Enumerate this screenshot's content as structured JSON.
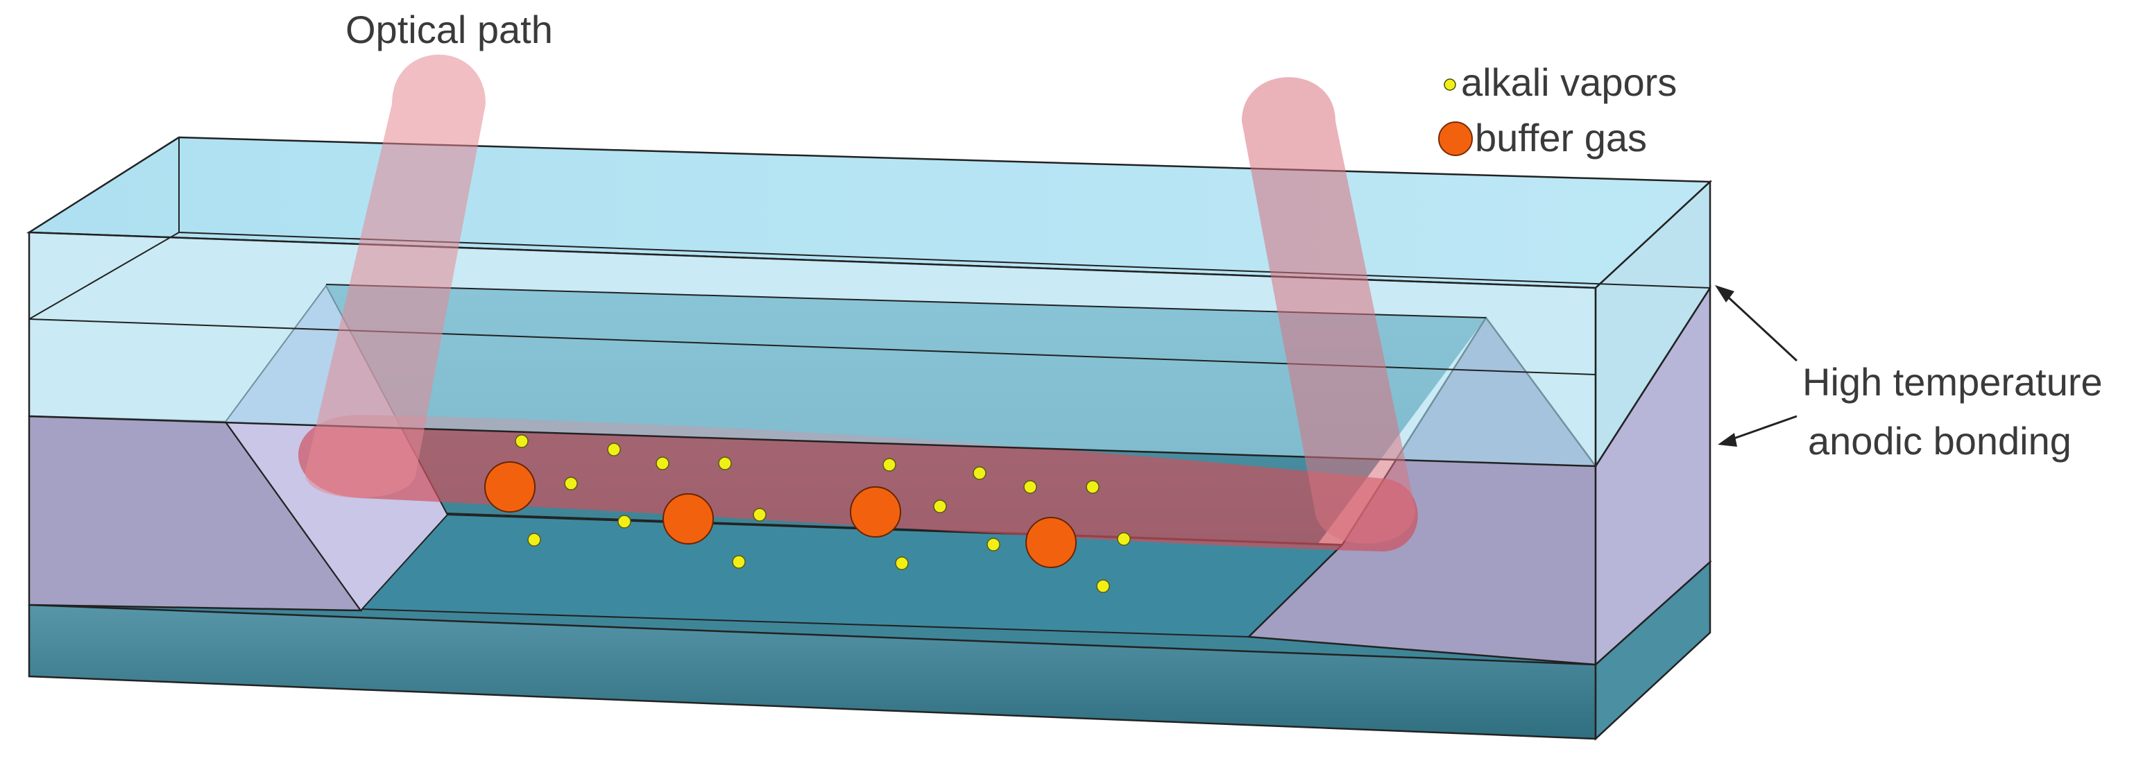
{
  "labels": {
    "optical_path": "Optical path",
    "high_temperature": "High temperature",
    "anodic_bonding": "anodic bonding"
  },
  "legend": {
    "alkali": "alkali vapors",
    "buffer": "buffer gas"
  },
  "colors": {
    "glass": "#a9def0",
    "glass_front": "#b3e2f2",
    "silicon": "#a6a2c6",
    "cavity": "#3a8496",
    "optical_beam": "#d9646e",
    "alkali_particle": "#f1f016",
    "buffer_particle": "#f2620e",
    "outline": "#222222"
  },
  "particles": {
    "alkali_count": 18,
    "buffer_count": 4
  }
}
